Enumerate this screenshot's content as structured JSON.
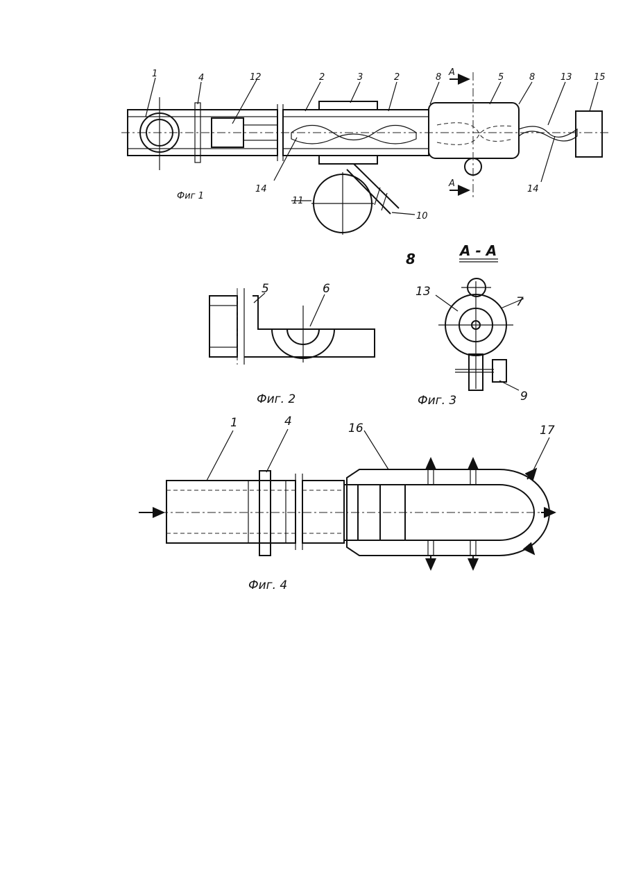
{
  "figures": {
    "fig1": {
      "caption": "Фиг 1",
      "labels": {
        "l1": "1",
        "l4": "4",
        "l12": "12",
        "l2a": "2",
        "l3": "3",
        "l2b": "2",
        "l8": "8",
        "l5": "5",
        "l8b": "8",
        "l13": "13",
        "l15": "15",
        "l14a": "14",
        "l14b": "14",
        "l11": "11",
        "l10": "10",
        "secTop": "A",
        "secBottom": "A"
      }
    },
    "fig2": {
      "caption": "Фиг. 2",
      "labels": {
        "l5": "5",
        "l6": "6"
      }
    },
    "fig3": {
      "caption": "Фиг. 3",
      "section_title": "A - A",
      "labels": {
        "l8": "8",
        "l13": "13",
        "l7": "7",
        "l9": "9"
      }
    },
    "fig4": {
      "caption": "Фиг. 4",
      "labels": {
        "l1": "1",
        "l4": "4",
        "l16": "16",
        "l17": "17"
      }
    }
  }
}
